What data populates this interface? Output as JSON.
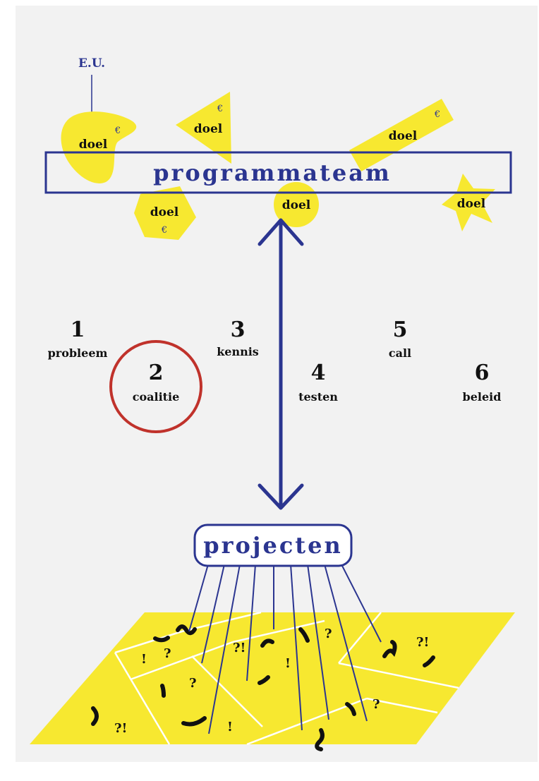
{
  "colors": {
    "background": "#f2f2f2",
    "accent_blue": "#2b3590",
    "accent_yellow": "#f7e830",
    "highlight_red": "#c0322b"
  },
  "source": {
    "label": "E.U."
  },
  "team": {
    "label": "programmateam"
  },
  "goals": [
    {
      "label": "doel",
      "euro": "€"
    },
    {
      "label": "doel",
      "euro": "€"
    },
    {
      "label": "doel",
      "euro": "€"
    },
    {
      "label": "doel",
      "euro": "€"
    },
    {
      "label": "doel",
      "euro": ""
    },
    {
      "label": "doel",
      "euro": ""
    }
  ],
  "steps": [
    {
      "num": "1",
      "label": "probleem"
    },
    {
      "num": "2",
      "label": "coalitie",
      "highlighted": true
    },
    {
      "num": "3",
      "label": "kennis"
    },
    {
      "num": "4",
      "label": "testen"
    },
    {
      "num": "5",
      "label": "call"
    },
    {
      "num": "6",
      "label": "beleid"
    }
  ],
  "projects": {
    "label": "projecten"
  },
  "field_marks": [
    "!",
    "?!",
    "?",
    "!",
    "?",
    "?!",
    "?",
    "!",
    "?!",
    "?"
  ]
}
